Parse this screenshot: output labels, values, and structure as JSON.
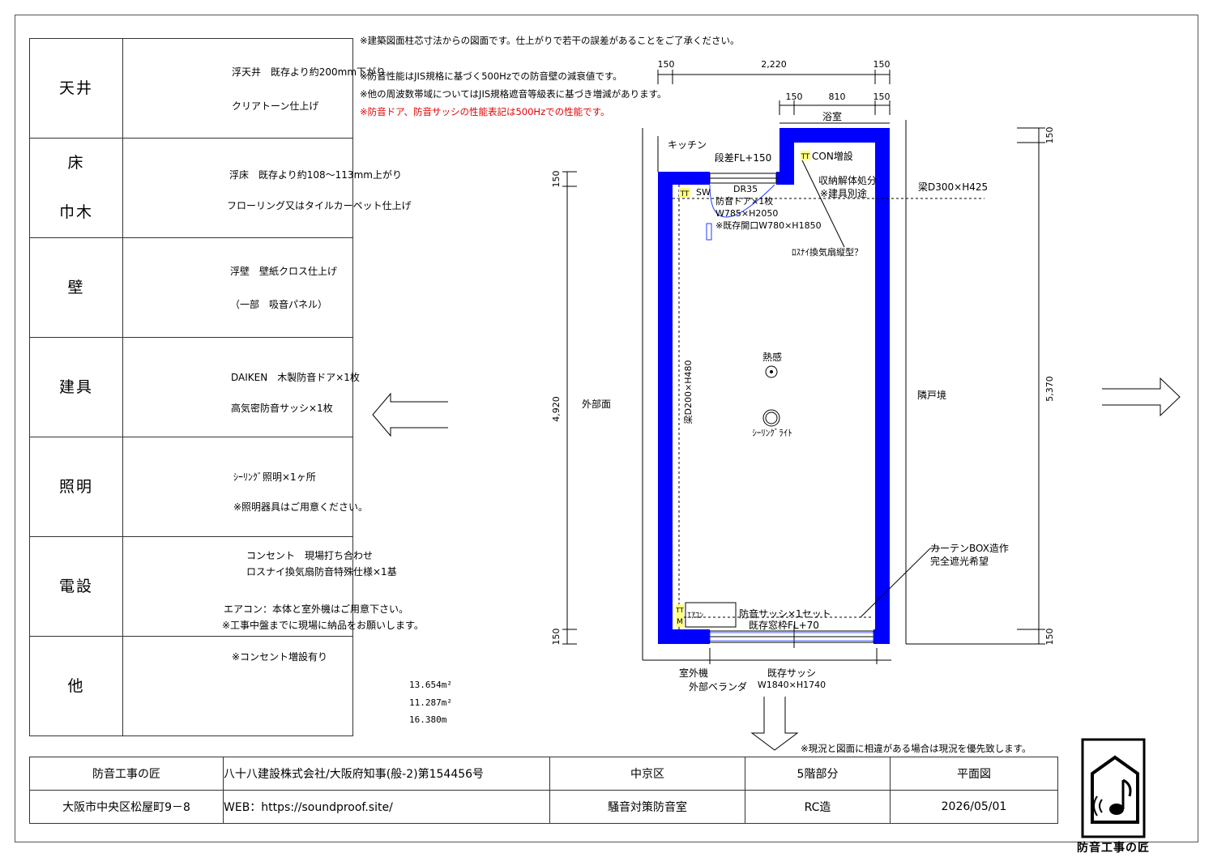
{
  "spec_table": [
    {
      "category": [
        "天井"
      ],
      "lines": [
        "浮天井　既存より約200mm下がり",
        "クリアトーン仕上げ"
      ]
    },
    {
      "category": [
        "床",
        "巾木"
      ],
      "lines": [
        "浮床　既存より約108～113mm上がり",
        "フローリング又はタイルカーペット仕上げ"
      ]
    },
    {
      "category": [
        "壁"
      ],
      "lines": [
        "浮壁　壁紙クロス仕上げ",
        "（一部　吸音パネル）"
      ]
    },
    {
      "category": [
        "建具"
      ],
      "lines": [
        "DAIKEN　木製防音ドア×1枚",
        "高気密防音サッシ×1枚"
      ]
    },
    {
      "category": [
        "照明"
      ],
      "lines": [
        "ｼｰﾘﾝｸﾞ照明×1ヶ所",
        "※照明器具はご用意ください。"
      ]
    },
    {
      "category": [
        "電設"
      ],
      "lines": [
        "コンセント　現場打ち合わせ",
        "ロスナイ換気扇防音特殊仕様×1基",
        "エアコン：本体と室外機はご用意下さい。",
        "※工事中盤までに現場に納品をお願いします。"
      ]
    },
    {
      "category": [
        "他"
      ],
      "lines": [
        "※コンセント増設有り"
      ]
    }
  ],
  "notes": {
    "line1": "※建築図面柱芯寸法からの図面です。仕上がりで若干の誤差があることをご了承ください。",
    "line2": "※防音性能はJIS規格に基づく500Hzでの防音壁の減衰値です。",
    "line3": "※他の周波数帯域についてはJIS規格遮音等級表に基づき増減があります。",
    "line4_red": "※防音ドア、防音サッシの性能表記は500Hzでの性能です。"
  },
  "plan": {
    "dims_top": [
      "150",
      "2,220",
      "150"
    ],
    "dims_bath": [
      "150",
      "810",
      "150"
    ],
    "dim_left_total": "4,920",
    "dim_left_top": "150",
    "dim_left_bottom": "150",
    "dim_right_total": "5,370",
    "dim_right_top": "150",
    "dim_right_bottom": "150",
    "label_bath": "浴室",
    "label_kitchen": "キッチン",
    "label_step": "段差FL+150",
    "label_con": "CON増設",
    "label_storage1": "収納解体処分",
    "label_storage2": "※建具別途",
    "label_beam_top": "梁D300×H425",
    "label_dr": "DR35",
    "label_sw": "SW",
    "label_door1": "防音ドア×1枚",
    "label_door2": "W785×H2050",
    "label_door3": "※既存開口W780×H1850",
    "label_fan": "ﾛｽﾅｲ換気扇縦型？",
    "label_sensor": "熱感",
    "label_light": "ｼｰﾘﾝｸﾞﾗｲﾄ",
    "label_beam_left": "梁D200×H480",
    "label_outside": "外部面",
    "label_neighbor": "隣戸境",
    "label_curtain1": "カーテンBOX造作",
    "label_curtain2": "完全遮光希望",
    "label_aircon": "ｴｱｺﾝ",
    "label_sash1": "防音サッシ×1セット",
    "label_sash2": "既存窓枠FL+70",
    "label_outdoor_unit": "室外機",
    "label_veranda": "外部ベランダ",
    "label_exist_sash1": "既存サッシ",
    "label_exist_sash2": "W1840×H1740",
    "label_tt": "TT",
    "label_m": "M"
  },
  "areas": [
    "13.654m²",
    "11.287m²",
    "16.380m"
  ],
  "priority_note": "※現況と図面に相違がある場合は現況を優先致します。",
  "title_block": {
    "company_short": "防音工事の匠",
    "company_full": "八十八建設株式会社/大阪府知事(般-2)第154456号",
    "ward": "中京区",
    "floor": "5階部分",
    "drawing": "平面図",
    "address": "大阪市中央区松屋町9－8",
    "web": "WEB：https://soundproof.site/",
    "room": "騒音対策防音室",
    "structure": "RC造",
    "date": "2026/05/01"
  },
  "logo_text": "防音工事の匠",
  "colors": {
    "wall": "#0000ff",
    "red_note": "#e60000",
    "tt_mark": "#ffff80"
  }
}
